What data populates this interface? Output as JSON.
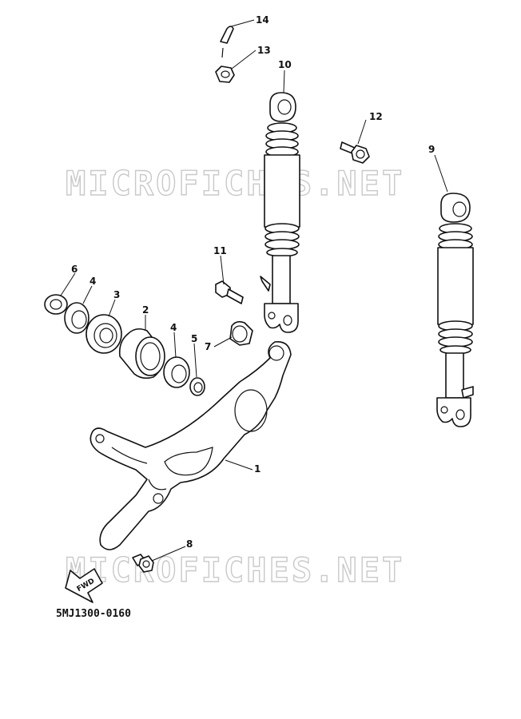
{
  "watermark": {
    "text_top": "MICROFICHES.NET",
    "text_bottom": "MICROFICHES.NET"
  },
  "diagram": {
    "code": "5MJ1300-0160",
    "fwd_label": "FWD",
    "callouts": [
      "1",
      "2",
      "3",
      "4",
      "4",
      "5",
      "6",
      "7",
      "8",
      "9",
      "10",
      "11",
      "12",
      "13",
      "14"
    ]
  }
}
